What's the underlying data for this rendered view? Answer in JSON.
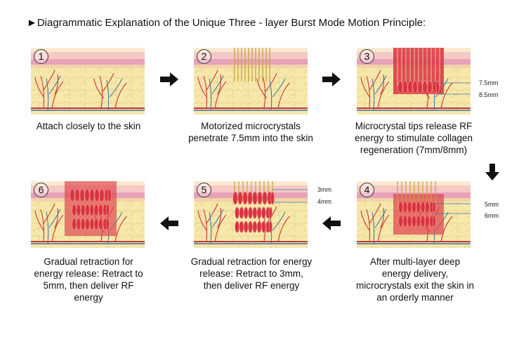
{
  "title": "►Diagrammatic Explanation of the Unique Three - layer Burst Mode Motion Principle:",
  "steps": [
    {
      "number": "1",
      "caption": "Attach closely to the skin"
    },
    {
      "number": "2",
      "caption": "Motorized microcrystals penetrate 7.5mm into the skin"
    },
    {
      "number": "3",
      "caption": "Microcrystal tips release RF energy to stimulate collagen regeneration (7mm/8mm)",
      "labels": [
        "7.5mm",
        "8.5mm"
      ]
    },
    {
      "number": "4",
      "caption": "After multi-layer deep energy delivery, microcrystals exit the skin in an orderly manner",
      "labels": [
        "5mm",
        "6mm"
      ]
    },
    {
      "number": "5",
      "caption": "Gradual retraction for energy release: Retract to 3mm, then deliver RF energy",
      "labels": [
        "3mm",
        "4mm"
      ]
    },
    {
      "number": "6",
      "caption": "Gradual retraction for energy release: Retract to 5mm, then deliver RF energy"
    }
  ],
  "colors": {
    "skin_top": "#f4c3c8",
    "skin_band": "#e8a2b6",
    "fat": "#f5e6a8",
    "energy": "#d8343e",
    "needle": "#c9a23c",
    "vessel_red": "#c9363c",
    "vessel_blue": "#3f6fa3"
  }
}
